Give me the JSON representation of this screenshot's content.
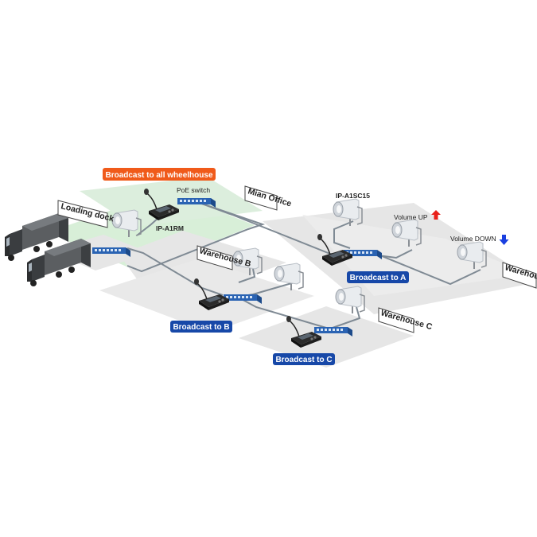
{
  "banner": {
    "label": "Broadcast to all wheelhouse",
    "color": "#f05a1a"
  },
  "zones": {
    "main_office": "Mian Office",
    "loading_dock": "Loading dock",
    "warehouse_a": "Warehouse A",
    "warehouse_b": "Warehouse B",
    "warehouse_c": "Warehouse C"
  },
  "devices": {
    "poe_switch": "PoE switch",
    "console": "IP-A1RM",
    "speaker": "IP-A1SC15"
  },
  "volume": {
    "up_label": "Volume UP",
    "down_label": "Volume DOWN",
    "up_color": "#e8201a",
    "down_color": "#1a3fe0"
  },
  "buttons": {
    "to_a": "Broadcast to A",
    "to_b": "Broadcast to B",
    "to_c": "Broadcast to C",
    "color": "#1748a8"
  },
  "icons": [
    "truck-icon",
    "speaker-horn-icon",
    "network-switch-icon",
    "paging-microphone-icon",
    "arrow-up-icon",
    "arrow-down-icon"
  ]
}
